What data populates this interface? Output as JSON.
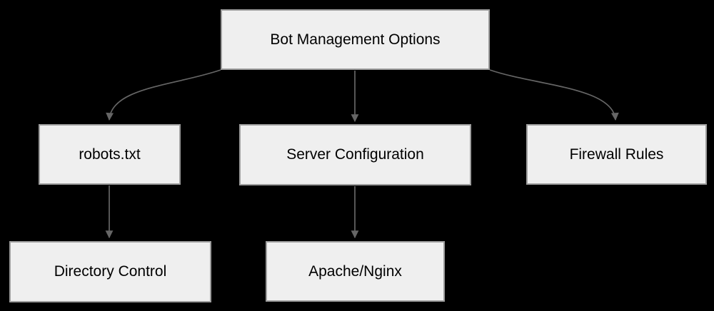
{
  "diagram": {
    "type": "flowchart",
    "background_color": "#000000",
    "node_fill_color": "#efefef",
    "node_border_color": "#9e9e9e",
    "arrow_color": "#666666",
    "text_color": "#000000",
    "nodes": {
      "root": {
        "label": "Bot Management Options"
      },
      "robots": {
        "label": "robots.txt"
      },
      "server": {
        "label": "Server Configuration"
      },
      "firewall": {
        "label": "Firewall Rules"
      },
      "directory": {
        "label": "Directory Control"
      },
      "apache": {
        "label": "Apache/Nginx"
      }
    },
    "edges": [
      {
        "from": "Bot Management Options",
        "to": "robots.txt"
      },
      {
        "from": "Bot Management Options",
        "to": "Server Configuration"
      },
      {
        "from": "Bot Management Options",
        "to": "Firewall Rules"
      },
      {
        "from": "robots.txt",
        "to": "Directory Control"
      },
      {
        "from": "Server Configuration",
        "to": "Apache/Nginx"
      }
    ]
  }
}
